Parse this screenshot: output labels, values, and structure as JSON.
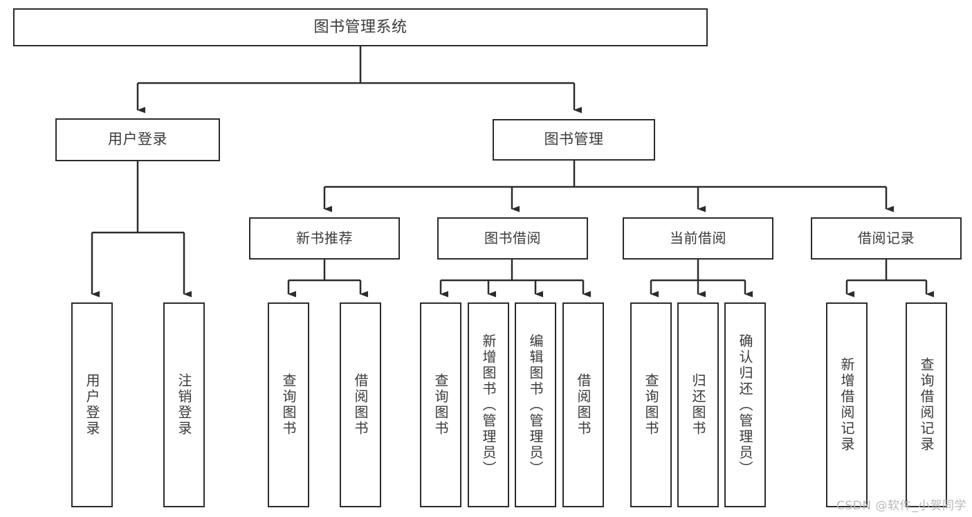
{
  "diagram": {
    "title": "图书管理系统",
    "type": "tree",
    "line_color": "#2b2b2b",
    "text_color": "#3a3a3a",
    "background": "#ffffff"
  },
  "root": {
    "label": "图书管理系统"
  },
  "level1": [
    {
      "label": "用户登录"
    },
    {
      "label": "图书管理"
    }
  ],
  "level2": [
    {
      "label": "新书推荐"
    },
    {
      "label": "图书借阅"
    },
    {
      "label": "当前借阅"
    },
    {
      "label": "借阅记录"
    }
  ],
  "leaves": {
    "user_login": [
      {
        "label": "用户登录"
      },
      {
        "label": "注销登录"
      }
    ],
    "new_books": [
      {
        "label": "查询图书"
      },
      {
        "label": "借阅图书"
      }
    ],
    "book_borrow": [
      {
        "label": "查询图书"
      },
      {
        "label": "新增图书（管理员）"
      },
      {
        "label": "编辑图书（管理员）"
      },
      {
        "label": "借阅图书"
      }
    ],
    "current_borrow": [
      {
        "label": "查询图书"
      },
      {
        "label": "归还图书"
      },
      {
        "label": "确认归还（管理员）"
      }
    ],
    "borrow_records": [
      {
        "label": "新增借阅记录"
      },
      {
        "label": "查询借阅记录"
      }
    ]
  },
  "watermark": {
    "text": "CSDN @软件_小贺同学"
  }
}
